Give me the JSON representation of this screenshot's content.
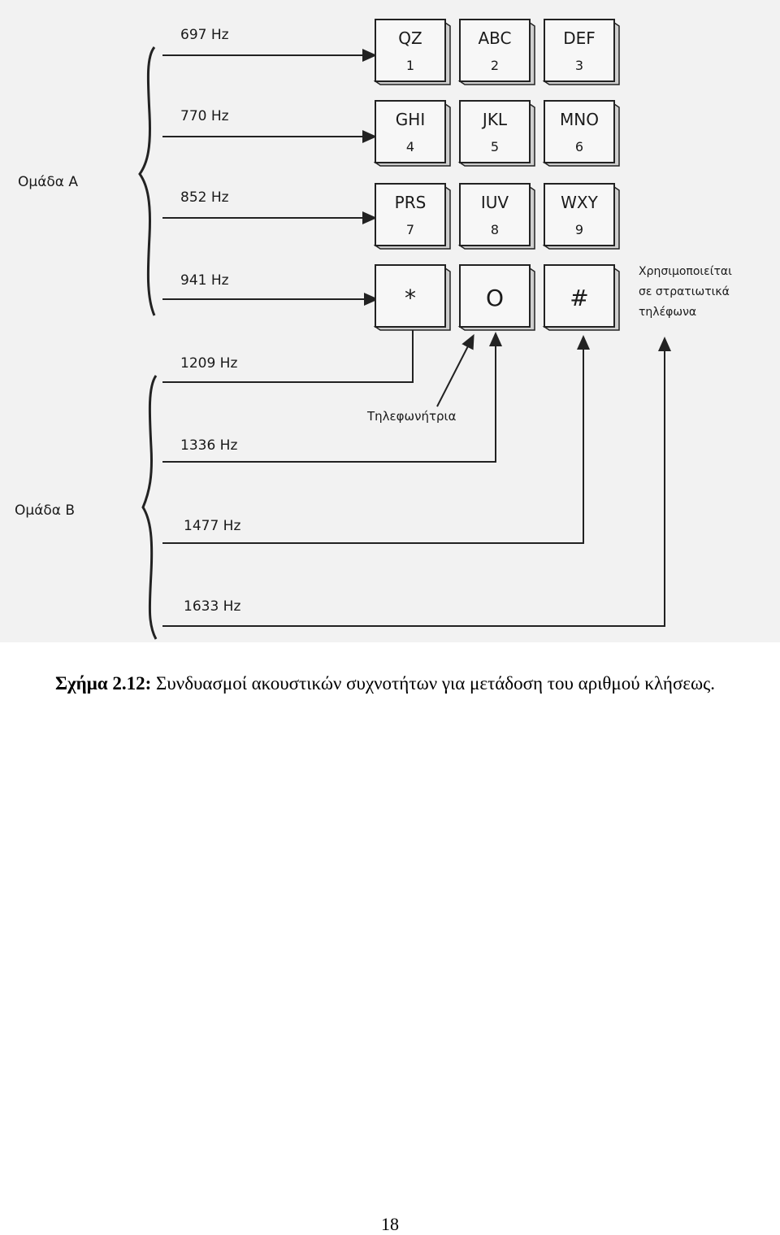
{
  "figure": {
    "group_a": {
      "label": "Ομάδα A",
      "frequencies": [
        "697 Hz",
        "770 Hz",
        "852 Hz",
        "941 Hz"
      ]
    },
    "group_b": {
      "label": "Ομάδα B",
      "frequencies": [
        "1209 Hz",
        "1336 Hz",
        "1477 Hz",
        "1633 Hz"
      ]
    },
    "keys": [
      {
        "letters": "QZ",
        "digit": "1"
      },
      {
        "letters": "ABC",
        "digit": "2"
      },
      {
        "letters": "DEF",
        "digit": "3"
      },
      {
        "letters": "GHI",
        "digit": "4"
      },
      {
        "letters": "JKL",
        "digit": "5"
      },
      {
        "letters": "MNO",
        "digit": "6"
      },
      {
        "letters": "PRS",
        "digit": "7"
      },
      {
        "letters": "IUV",
        "digit": "8"
      },
      {
        "letters": "WXY",
        "digit": "9"
      },
      {
        "letters": "",
        "digit": "*"
      },
      {
        "letters": "",
        "digit": "O"
      },
      {
        "letters": "",
        "digit": "#"
      }
    ],
    "operator_label": "Τηλεφωνήτρια",
    "military_note": [
      "Χρησιμοποιείται",
      "σε στρατιωτικά",
      "τηλέφωνα"
    ]
  },
  "caption": {
    "label": "Σχήμα 2.12:",
    "text": "Συνδυασμοί ακουστικών συχνοτήτων για μετάδοση του αριθμού κλήσεως."
  },
  "page_number": "18"
}
